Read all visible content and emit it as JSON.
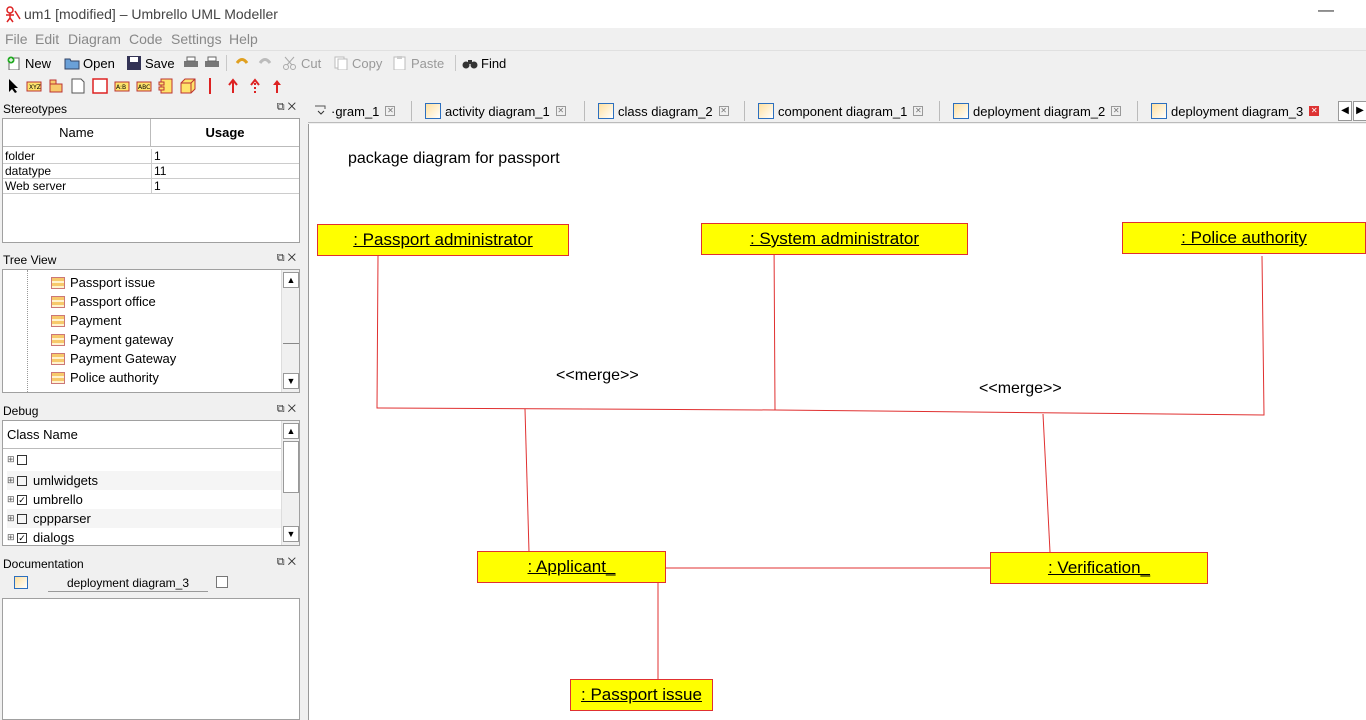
{
  "window": {
    "title": "um1 [modified] – Umbrello UML Modeller",
    "minimize": "—"
  },
  "menu": [
    "File",
    "Edit",
    "Diagram",
    "Code",
    "Settings",
    "Help"
  ],
  "toolbar": {
    "new": "New",
    "open": "Open",
    "save": "Save",
    "cut": "Cut",
    "copy": "Copy",
    "paste": "Paste",
    "find": "Find"
  },
  "panels": {
    "stereotypes": {
      "title": "Stereotypes",
      "col_name": "Name",
      "col_usage": "Usage",
      "rows": [
        {
          "name": "folder",
          "usage": "1"
        },
        {
          "name": "datatype",
          "usage": "11"
        },
        {
          "name": "Web server",
          "usage": "1"
        }
      ]
    },
    "tree": {
      "title": "Tree View",
      "items": [
        "Passport issue",
        "Passport office",
        "Payment",
        "Payment gateway",
        "Payment Gateway",
        "Police authority"
      ]
    },
    "debug": {
      "title": "Debug",
      "col": "Class Name",
      "rows": [
        {
          "label": "",
          "checked": false
        },
        {
          "label": "umlwidgets",
          "checked": false
        },
        {
          "label": "umbrello",
          "checked": true
        },
        {
          "label": "cppparser",
          "checked": false
        },
        {
          "label": "dialogs",
          "checked": true
        }
      ]
    },
    "documentation": {
      "title": "Documentation",
      "diagram": "deployment diagram_3"
    },
    "buttons": {
      "float": "⧉",
      "close": "✕"
    }
  },
  "tabs": [
    {
      "label": "·gram_1",
      "active": false
    },
    {
      "label": "activity diagram_1",
      "active": false
    },
    {
      "label": "class diagram_2",
      "active": false
    },
    {
      "label": "component diagram_1",
      "active": false
    },
    {
      "label": "deployment diagram_2",
      "active": false
    },
    {
      "label": "deployment diagram_3",
      "active": true
    }
  ],
  "diagram": {
    "title": "package diagram for passport",
    "objects": {
      "passport_admin": ": Passport administrator",
      "system_admin": ": System administrator",
      "police": ": Police authority",
      "applicant": ": Applicant_",
      "verification": ": Verification_",
      "passport_issue": ": Passport issue"
    },
    "merge_left": "<<merge>>",
    "merge_right": "<<merge>>"
  },
  "colors": {
    "object_fill": "#ffff00",
    "object_border": "#e03030",
    "link": "#e03030"
  }
}
